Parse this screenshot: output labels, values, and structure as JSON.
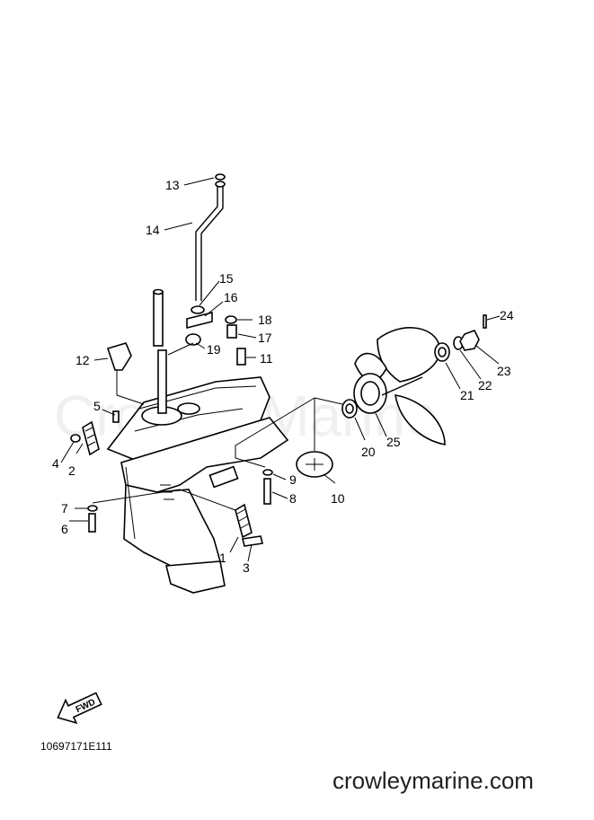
{
  "diagram": {
    "labels": {
      "n1": "1",
      "n2": "2",
      "n3": "3",
      "n4": "4",
      "n5": "5",
      "n6": "6",
      "n7": "7",
      "n8": "8",
      "n9": "9",
      "n10": "10",
      "n11": "11",
      "n12": "12",
      "n13": "13",
      "n14": "14",
      "n15": "15",
      "n16": "16",
      "n17": "17",
      "n18": "18",
      "n19": "19",
      "n20": "20",
      "n21": "21",
      "n22": "22",
      "n23": "23",
      "n24": "24",
      "n25": "25"
    },
    "fwd_label": "FWD",
    "drawing_code": "10697171E111",
    "watermark": "CrowleyMarine",
    "site": "crowleymarine.com"
  }
}
